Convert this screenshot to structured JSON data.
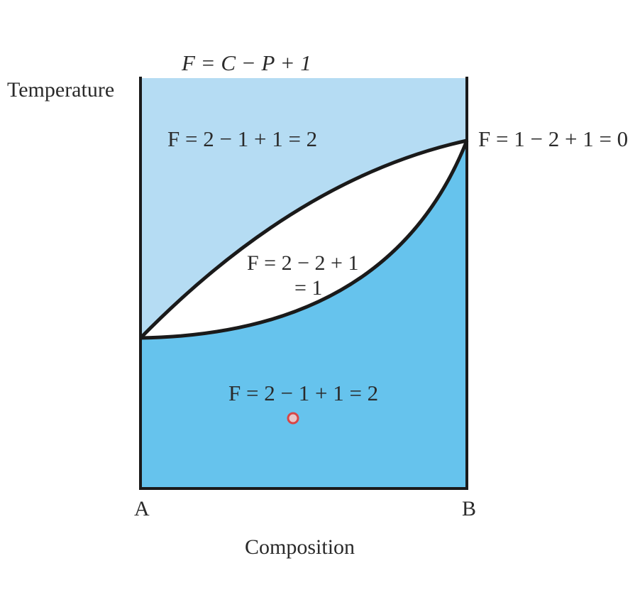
{
  "diagram": {
    "general_equation": "F = C − P + 1",
    "y_axis_label": "Temperature",
    "x_axis_label": "Composition",
    "left_component": "A",
    "right_component": "B",
    "region_liquid": "F = 2 − 1 + 1 = 2",
    "region_two_phase_line1": "F = 2 − 2 + 1",
    "region_two_phase_line2": "= 1",
    "region_solid": "F = 2 − 1 + 1 = 2",
    "melting_point_b": "F = 1 − 2 + 1 = 0"
  },
  "colors": {
    "liquid_region": "#b5dcf3",
    "solid_region": "#66c3ed",
    "two_phase_region": "#ffffff",
    "outline": "#1a1a1a",
    "cursor": "#e53935"
  }
}
